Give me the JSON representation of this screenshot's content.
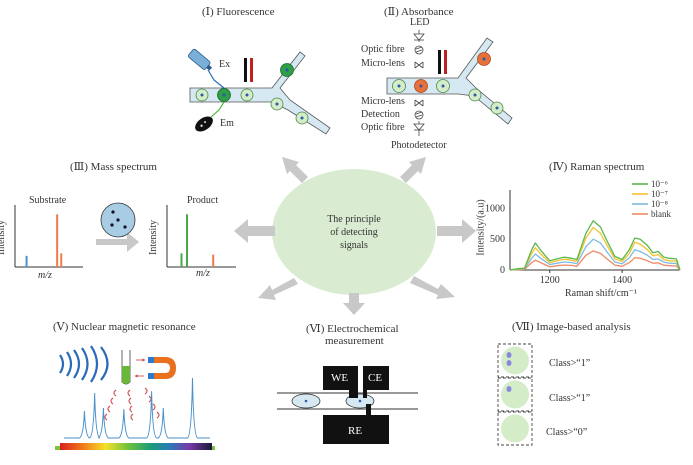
{
  "center": {
    "line1": "The principle",
    "line2": "of detecting",
    "line3": "signals"
  },
  "panels": {
    "fluorescence": {
      "title": "(Ⅰ) Fluorescence",
      "ex_label": "Ex",
      "em_label": "Em"
    },
    "absorbance": {
      "title": "(Ⅱ) Absorbance",
      "top_labels": [
        "LED",
        "Optic fibre",
        "Micro-lens"
      ],
      "bottom_labels": [
        "Micro-lens",
        "Detection",
        "Optic fibre"
      ],
      "photodetector": "Photodetector"
    },
    "mass": {
      "title": "(Ⅲ) Mass spectrum",
      "substrate_title": "Substrate",
      "product_title": "Product",
      "ylabel": "Intensity",
      "xlabel": "m/z"
    },
    "raman": {
      "title": "(Ⅳ) Raman spectrum"
    },
    "nmr": {
      "title": "(Ⅴ) Nuclear magnetic resonance"
    },
    "electrochem": {
      "title_line1": "(Ⅵ) Electrochemical",
      "title_line2": "measurement",
      "we": "WE",
      "ce": "CE",
      "re": "RE"
    },
    "image": {
      "title": "(Ⅶ) Image-based analysis",
      "rows": [
        {
          "label": "Class>“1”",
          "dots": 2
        },
        {
          "label": "Class>“1”",
          "dots": 1
        },
        {
          "label": "Class>“0”",
          "dots": 0
        }
      ]
    }
  },
  "colors": {
    "center_fill": "#d9ecd2",
    "arrow": "#c8c8c8",
    "channel": "#d6e8f2",
    "cell_fill": "#d4ecc8",
    "cell_green": "#2e9e48",
    "cell_orange": "#e8703a",
    "green": "#5bb84a",
    "orange": "#ef9a75",
    "blue": "#6fa9d8",
    "yellow": "#f2c230"
  },
  "chart_data": [
    {
      "type": "bar",
      "title": "Substrate",
      "xlabel": "m/z",
      "ylabel": "Intensity",
      "series": [
        {
          "name": "peak-blue",
          "color": "#4a90d0",
          "x": [
            0.17
          ],
          "values": [
            0.18
          ]
        },
        {
          "name": "peak-orange",
          "color": "#ef7a4a",
          "x": [
            0.62,
            0.68
          ],
          "values": [
            0.85,
            0.22
          ]
        }
      ]
    },
    {
      "type": "bar",
      "title": "Product",
      "xlabel": "m/z",
      "ylabel": "Intensity",
      "series": [
        {
          "name": "peak-green",
          "color": "#46a84a",
          "x": [
            0.21,
            0.29
          ],
          "values": [
            0.22,
            0.85
          ]
        },
        {
          "name": "peak-orange",
          "color": "#ef7a4a",
          "x": [
            0.67
          ],
          "values": [
            0.2
          ]
        }
      ]
    },
    {
      "type": "line",
      "title": "",
      "xlabel": "Raman shift/cm⁻¹",
      "ylabel": "Intensity/(a.u)",
      "xlim": [
        1090,
        1560
      ],
      "ylim": [
        0,
        1300
      ],
      "xticks": [
        1200,
        1400
      ],
      "yticks": [
        0,
        500,
        1000
      ],
      "legend_position": "top-right",
      "x": [
        1090,
        1110,
        1130,
        1150,
        1160,
        1175,
        1200,
        1220,
        1240,
        1260,
        1275,
        1300,
        1320,
        1340,
        1360,
        1380,
        1400,
        1420,
        1435,
        1450,
        1470,
        1485,
        1500,
        1515,
        1530,
        1550,
        1560
      ],
      "series": [
        {
          "name": "10⁻⁶",
          "color": "#5bb84a",
          "values": [
            0,
            20,
            30,
            330,
            440,
            320,
            150,
            180,
            210,
            190,
            170,
            600,
            800,
            700,
            450,
            220,
            170,
            330,
            520,
            500,
            400,
            280,
            300,
            210,
            190,
            180,
            0
          ]
        },
        {
          "name": "10⁻⁷",
          "color": "#f2c230",
          "values": [
            0,
            15,
            25,
            270,
            360,
            260,
            120,
            150,
            175,
            160,
            140,
            520,
            690,
            600,
            380,
            180,
            140,
            270,
            450,
            420,
            330,
            230,
            250,
            170,
            150,
            145,
            0
          ]
        },
        {
          "name": "10⁻⁸",
          "color": "#7fbbe3",
          "values": [
            0,
            10,
            20,
            190,
            260,
            190,
            90,
            110,
            130,
            120,
            100,
            380,
            500,
            440,
            280,
            130,
            100,
            200,
            330,
            300,
            240,
            170,
            180,
            130,
            110,
            105,
            0
          ]
        },
        {
          "name": "blank",
          "color": "#ef8a65",
          "values": [
            0,
            5,
            10,
            120,
            160,
            120,
            50,
            70,
            80,
            75,
            60,
            240,
            310,
            270,
            170,
            80,
            60,
            120,
            200,
            190,
            150,
            110,
            115,
            80,
            70,
            65,
            0
          ]
        }
      ]
    },
    {
      "type": "line",
      "title": "NMR spectrum",
      "xlabel": "",
      "ylabel": "",
      "peaks": [
        {
          "pos": 0.14,
          "height": 0.45
        },
        {
          "pos": 0.21,
          "height": 0.75
        },
        {
          "pos": 0.27,
          "height": 0.5
        },
        {
          "pos": 0.41,
          "height": 0.48
        },
        {
          "pos": 0.6,
          "height": 0.78
        },
        {
          "pos": 0.68,
          "height": 0.5
        },
        {
          "pos": 0.88,
          "height": 1.0
        }
      ]
    }
  ]
}
